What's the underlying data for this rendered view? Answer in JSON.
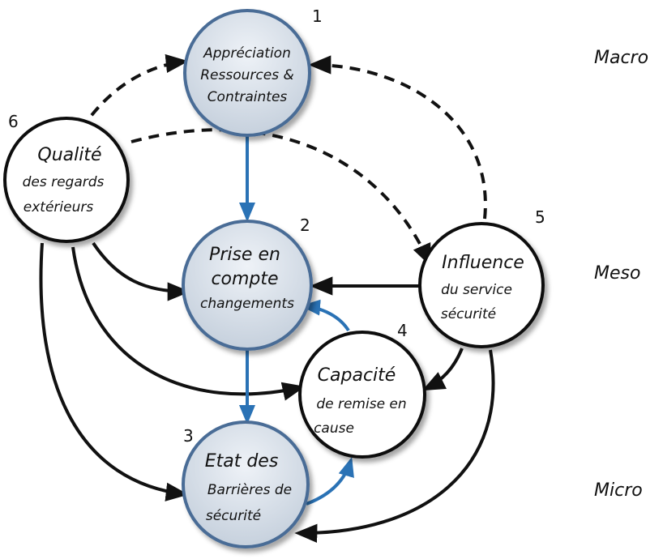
{
  "nodes": {
    "n1": {
      "number": "1",
      "lines": [
        "Appréciation",
        "Ressources &",
        "Contraintes"
      ]
    },
    "n2": {
      "number": "2",
      "lines": [
        "Prise en",
        "compte",
        "changements"
      ]
    },
    "n3": {
      "number": "3",
      "lines": [
        "Etat des",
        "Barrières  de",
        "sécurité"
      ]
    },
    "n4": {
      "number": "4",
      "lines": [
        "Capacité",
        "de remise  en",
        "cause"
      ]
    },
    "n5": {
      "number": "5",
      "lines": [
        "Influence",
        "du service",
        "sécurité"
      ]
    },
    "n6": {
      "number": "6",
      "lines": [
        "Qualité",
        "des regards",
        "extérieurs"
      ]
    }
  },
  "levels": {
    "macro": "Macro",
    "meso": "Meso",
    "micro": "Micro"
  },
  "colors": {
    "blue_arrow": "#2a72b5",
    "node_border_blue": "#4a6c96",
    "node_fill_blue": "#cfd8e3",
    "node_border_black": "#111111",
    "black_arrow": "#111111"
  }
}
